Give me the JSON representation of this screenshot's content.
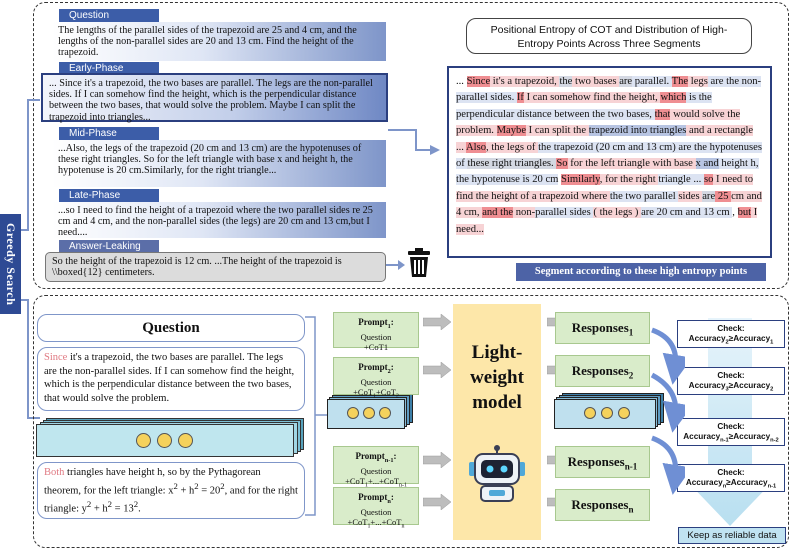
{
  "top": {
    "question_label": "Question",
    "question_text": "The lengths of the parallel sides of the trapezoid are 25 and 4 cm, and the lengths of the non-parallel sides are 20 and 13 cm. Find the height of the trapezoid.",
    "early_label": "Early-Phase",
    "early_text": "... Since it's a trapezoid, the two bases are parallel. The legs are the non-parallel sides. If I can somehow find the height, which is the perpendicular distance between the two bases, that would solve the problem. Maybe I can split the trapezoid into triangles...",
    "mid_label": "Mid-Phase",
    "mid_text": "...Also, the legs of the trapezoid (20 cm and 13 cm) are the hypotenuses of these right triangles. So for the left triangle with base x and height h, the hypotenuse is 20 cm.Similarly, for the right triangle...",
    "late_label": "Late-Phase",
    "late_text": "...so I need to find the height of a trapezoid where the two parallel sides re 25 cm and 4 cm, and the non-parallel sides (the legs) are 20 cm and 13 cm,but I need....",
    "leak_label": "Answer-Leaking",
    "leak_text": "So the height of the trapezoid is 12 cm. ...The height of the trapezoid is \\\\boxed{12} centimeters.",
    "trash_icon": "trash-icon",
    "entropy_title": "Positional Entropy of COT and Distribution of High-Entropy Points Across Three Segments",
    "segment_banner": "Segment according to these high entropy points"
  },
  "greedy_label": "Greedy Search",
  "bottom": {
    "question_title": "Question",
    "since_word": "Since",
    "since_rest": " it's a trapezoid, the two bases are parallel. The legs are the non-parallel sides. If I can somehow find the height, which is the perpendicular distance between the two bases, that would solve the problem.",
    "both_word": "Both",
    "both_rest_1": " triangles have height h, so by the Pythagorean theorem, for the left triangle: x",
    "both_rest_2": " + h",
    "both_rest_3": " = 20",
    "both_rest_4": ", and for the right triangle: y",
    "both_rest_5": " + h",
    "both_rest_6": " = 13",
    "both_rest_7": ".",
    "sup2": "2",
    "model_label": "Light-weight model",
    "keep_label": "Keep as reliable data",
    "prompts": [
      {
        "title": "Prompt",
        "sub": "1",
        "colon": ":",
        "l1": "Question",
        "l2": "+CoT1"
      },
      {
        "title": "Prompt",
        "sub": "2",
        "colon": ":",
        "l1": "Question",
        "l2": "+CoT",
        "s1": "1",
        "l3": "+CoT",
        "s2": "2"
      },
      {
        "title": "Prompt",
        "sub": "n-1",
        "colon": ":",
        "l1": "Question",
        "l2": "+CoT",
        "s1": "1",
        "l3": "+...+CoT",
        "s2": "n-1"
      },
      {
        "title": "Prompt",
        "sub": "n",
        "colon": ":",
        "l1": "Question",
        "l2": "+CoT",
        "s1": "1",
        "l3": "+...+CoT",
        "s2": "n"
      }
    ],
    "responses": [
      {
        "label": "Responses",
        "sub": "1"
      },
      {
        "label": "Responses",
        "sub": "2"
      },
      {
        "label": "Responses",
        "sub": "n-1"
      },
      {
        "label": "Responses",
        "sub": "n"
      }
    ],
    "checks": [
      {
        "head": "Check:",
        "a": "Accuracy",
        "as": "2",
        "op": "≥",
        "b": "Accuracy",
        "bs": "1"
      },
      {
        "head": "Check:",
        "a": "Accuracy",
        "as": "3",
        "op": "≥",
        "b": "Accuracy",
        "bs": "2"
      },
      {
        "head": "Check:",
        "a": "Accuracy",
        "as": "n-1",
        "op": "≥",
        "b": "Accuracy",
        "bs": "n-2"
      },
      {
        "head": "Check:",
        "a": "Accuracy",
        "as": "n",
        "op": "≥",
        "b": "Accuracy",
        "bs": "n-1"
      }
    ]
  },
  "entropy_tokens": [
    [
      "...",
      ""
    ],
    [
      " ",
      ""
    ],
    [
      "Since",
      "r"
    ],
    [
      " it's a trapezoid, ",
      "p"
    ],
    [
      "the",
      "g"
    ],
    [
      " two bases ",
      "p"
    ],
    [
      "are",
      "g"
    ],
    [
      " parallel. ",
      "lb"
    ],
    [
      "The",
      "r"
    ],
    [
      " legs",
      "p"
    ],
    [
      " are the non-parallel sides. ",
      "lb"
    ],
    [
      "If",
      "r"
    ],
    [
      " I can somehow find the height, ",
      "p"
    ],
    [
      "which",
      "r"
    ],
    [
      " is the perpendicular distance between the two bases, ",
      "lb"
    ],
    [
      "that",
      "r"
    ],
    [
      " would solve the problem. ",
      "p"
    ],
    [
      "Maybe",
      "r"
    ],
    [
      " I can split the ",
      "p"
    ],
    [
      "trapezoid into triangles",
      "b"
    ],
    [
      " and a rectangle ... ",
      "p"
    ],
    [
      "Also",
      "r"
    ],
    [
      ", the legs of ",
      "p"
    ],
    [
      "the trapezoid (20 cm and 13 cm) are the hypotenuses of ",
      "lb"
    ],
    [
      "these right triangles. ",
      "g"
    ],
    [
      "So",
      "r"
    ],
    [
      " for the left triangle with base ",
      "p"
    ],
    [
      "x and",
      "b"
    ],
    [
      " height h, the hypotenuse is 20 cm",
      "lb"
    ],
    [
      " ",
      ""
    ],
    [
      "Similarly",
      "r"
    ],
    [
      ", for the right ",
      "p"
    ],
    [
      "triangle ... ",
      "lb"
    ],
    [
      "so",
      "r"
    ],
    [
      " I need to find the height of a trapezoid where ",
      "p"
    ],
    [
      "the two parallel ",
      "lb"
    ],
    [
      " sides ",
      "p"
    ],
    [
      "are",
      "g"
    ],
    [
      " 25 ",
      "r"
    ],
    [
      "cm and 4 cm, ",
      "p"
    ],
    [
      "and the",
      "r"
    ],
    [
      " non-",
      "p"
    ],
    [
      "parallel sides ",
      "lb"
    ],
    [
      " ( the legs ) ",
      "p"
    ],
    [
      " are 20 cm and 13 cm ",
      "lb"
    ],
    [
      " , ",
      ""
    ],
    [
      "but",
      "r"
    ],
    [
      " I need...",
      "p"
    ]
  ]
}
